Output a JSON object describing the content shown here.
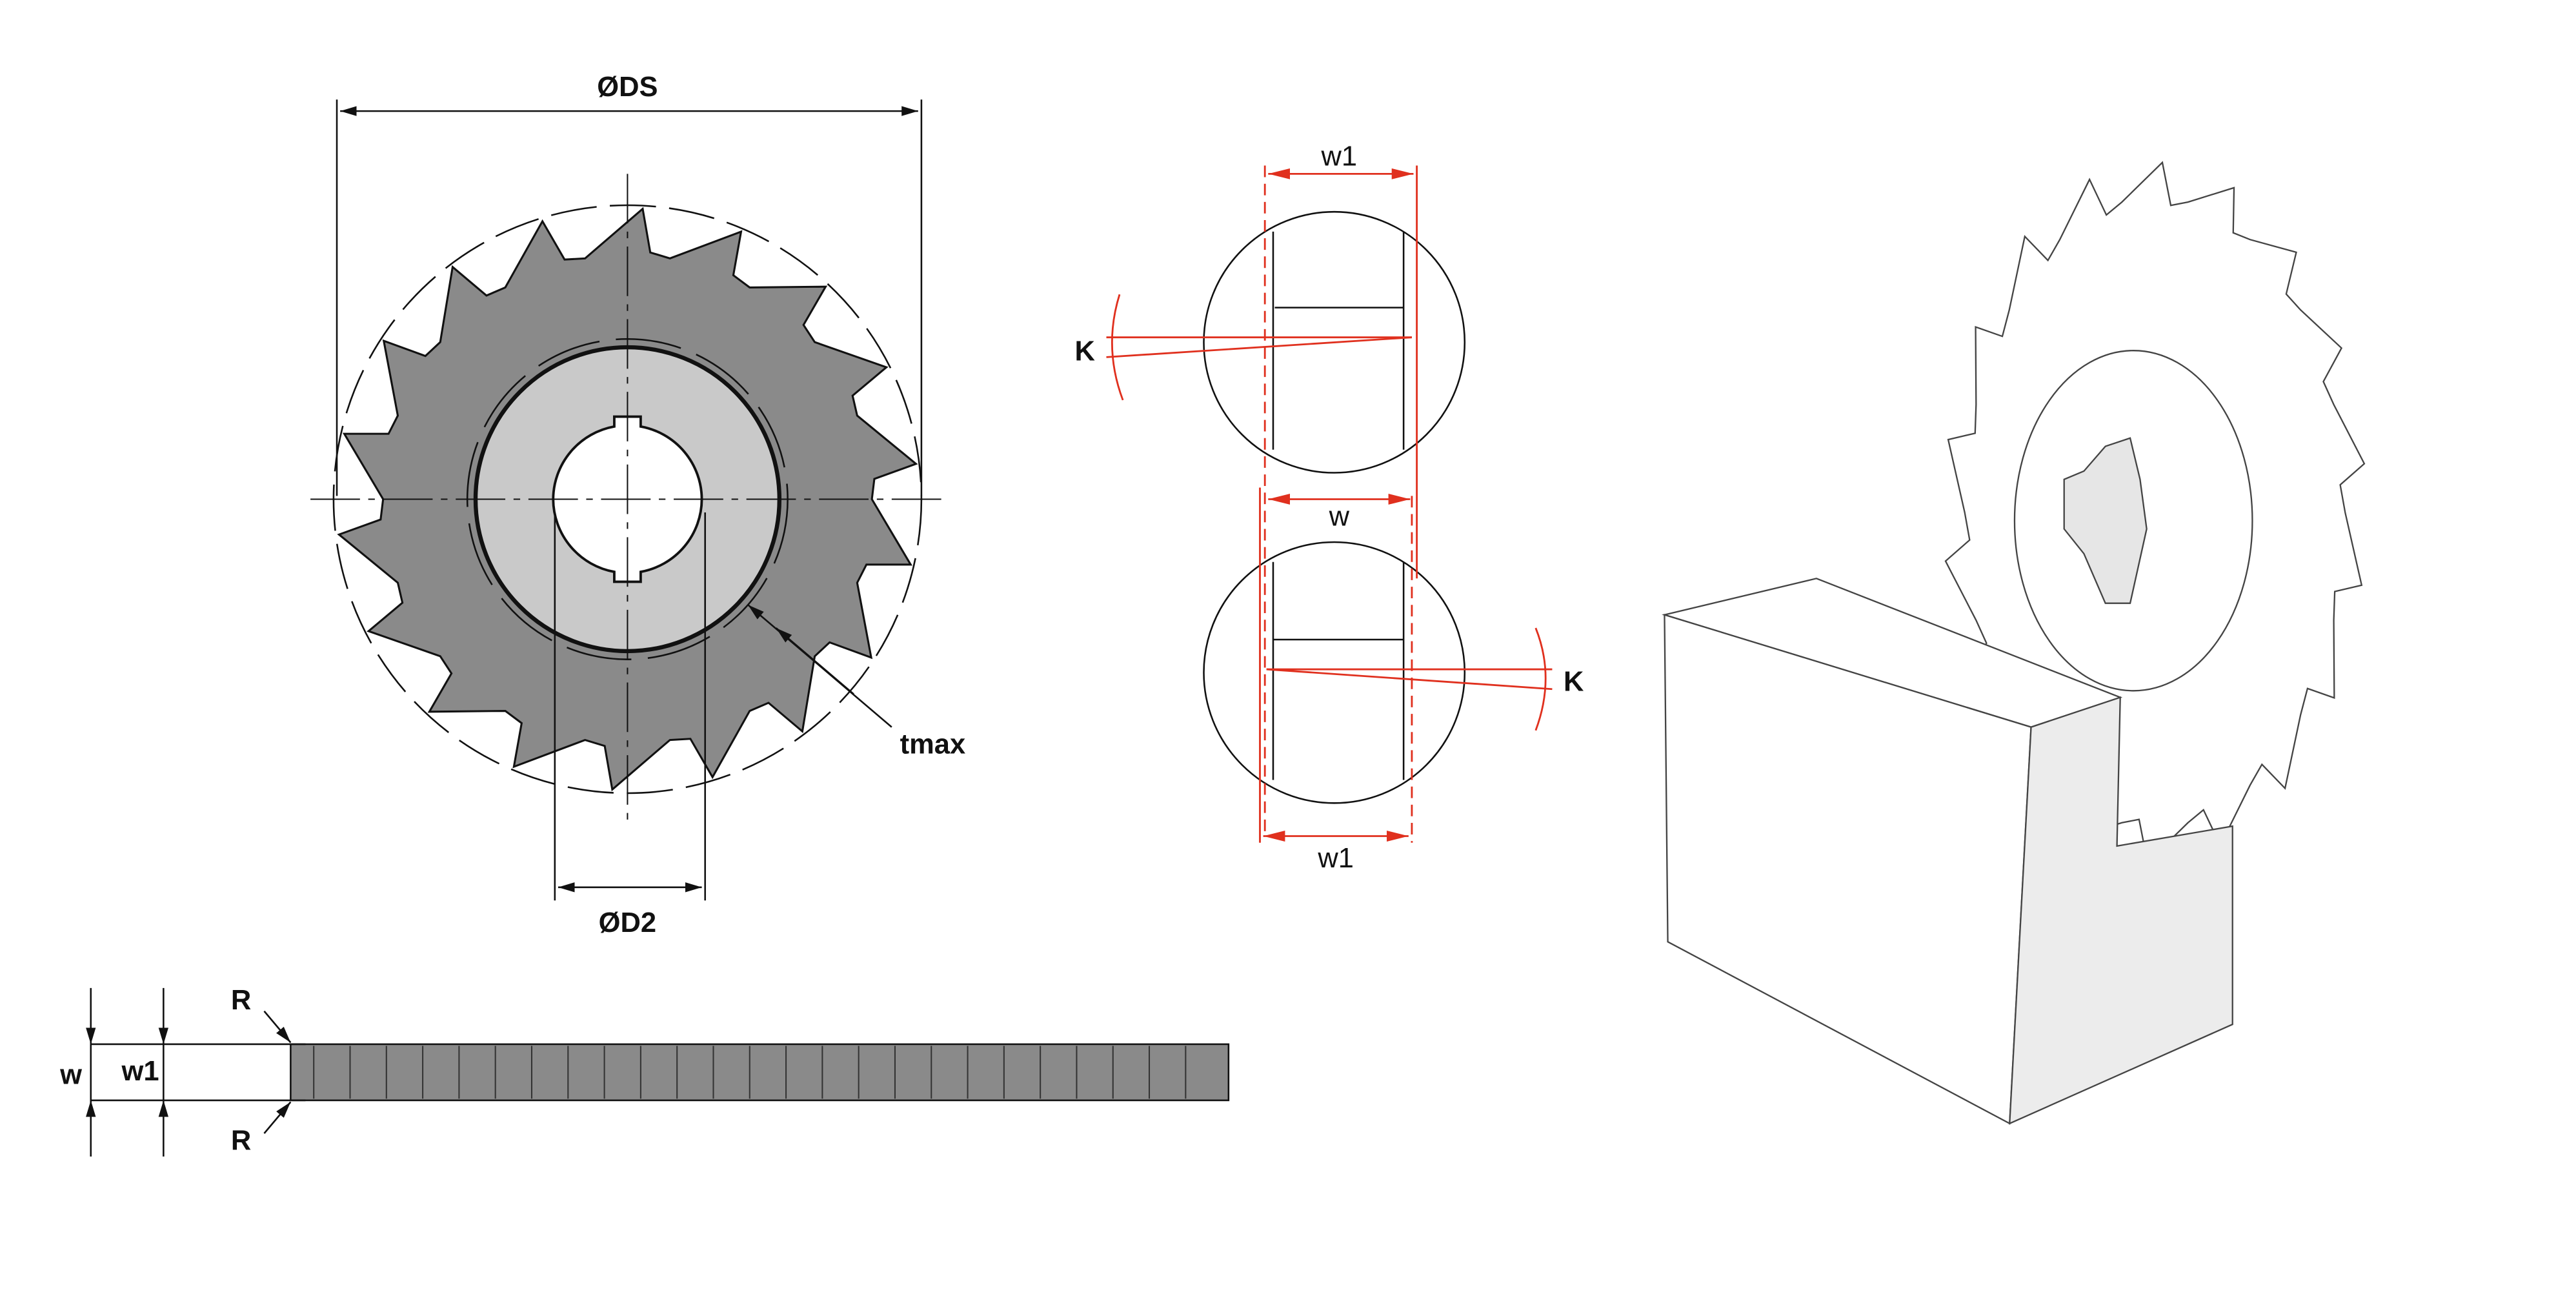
{
  "front_view": {
    "dia_outer_label": "ØDS",
    "dia_bore_label": "ØD2",
    "tmax_label": "tmax",
    "teeth": 18
  },
  "detail_view": {
    "top_width_label": "w1",
    "middle_width_label": "w",
    "bottom_width_label": "w1",
    "angle_label_top": "K",
    "angle_label_bottom": "K"
  },
  "side_view": {
    "width_label": "w",
    "width1_label": "w1",
    "radius_label_top": "R",
    "radius_label_bottom": "R"
  },
  "colors": {
    "body": "#8a8a8a",
    "bore": "#c9c9c9",
    "accent": "#e0301e",
    "block_side": "#ececec"
  }
}
